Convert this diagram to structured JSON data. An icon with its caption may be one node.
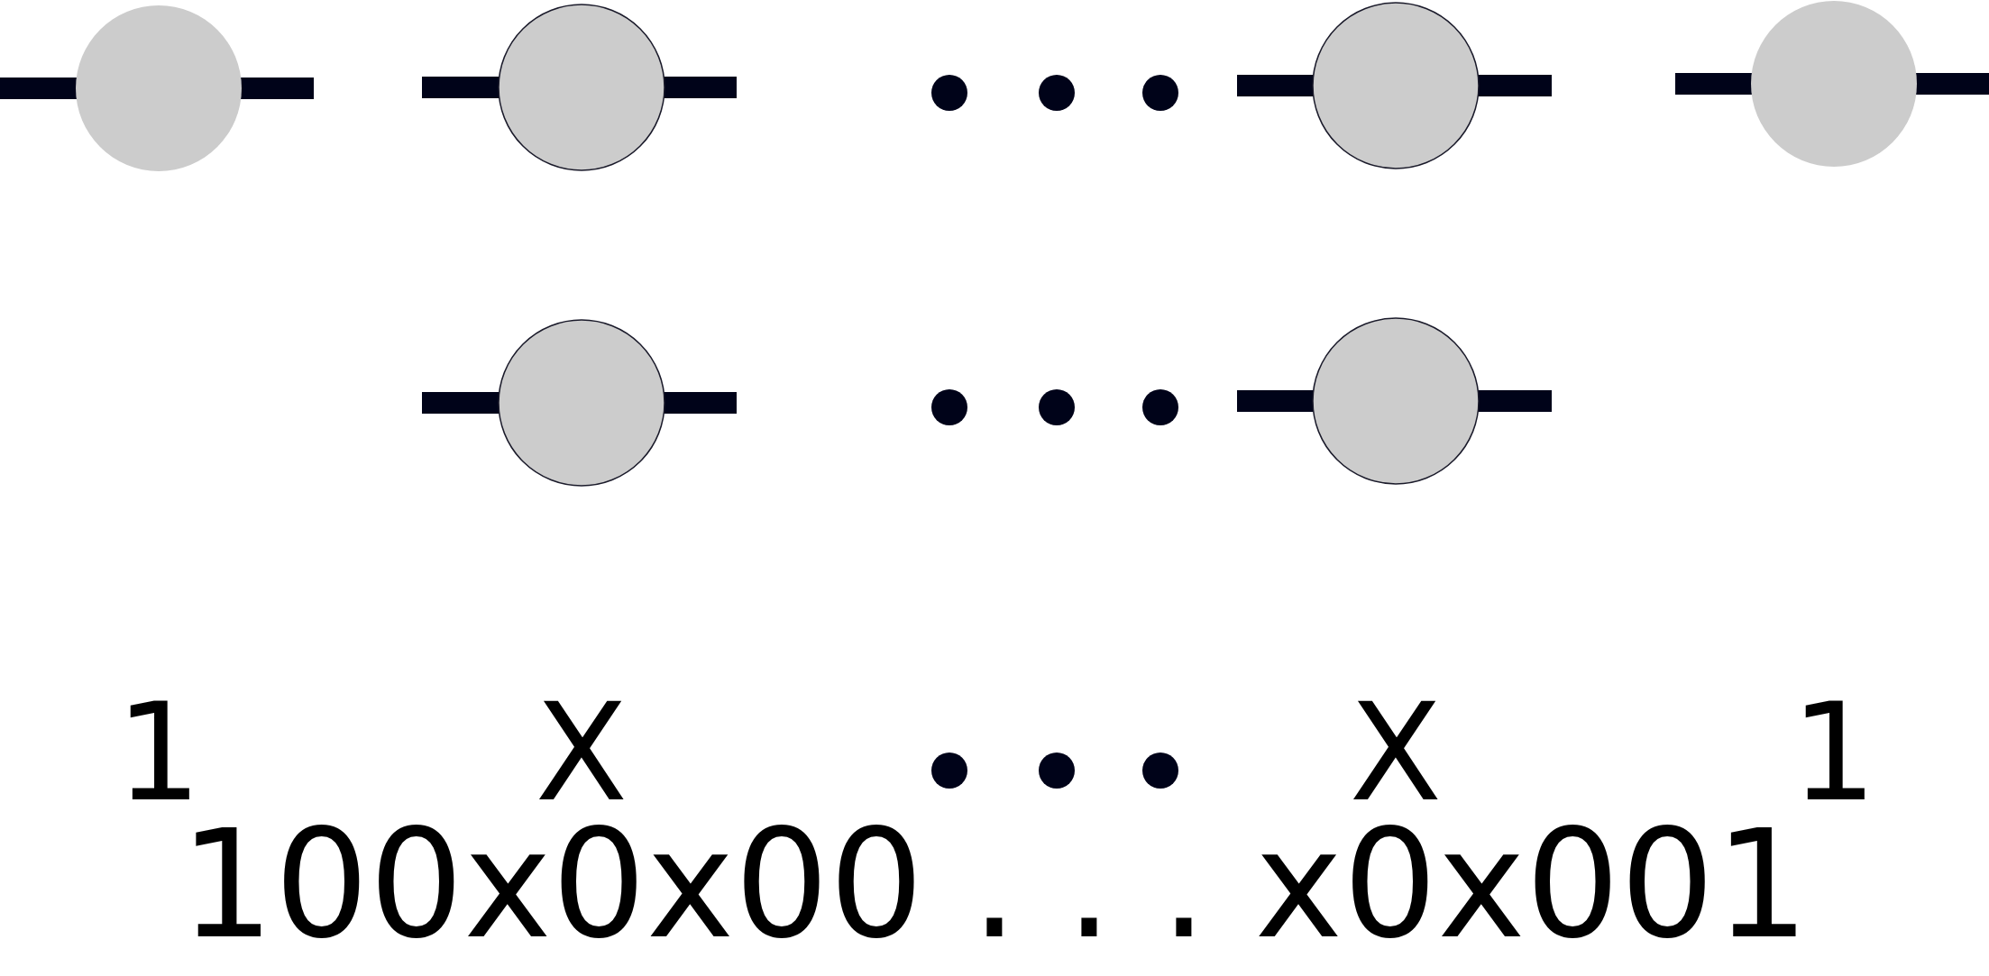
{
  "diagram": {
    "nodes": [
      {
        "text": [],
        "shape": "circle"
      },
      {
        "text": [],
        "shape": "circle"
      },
      {
        "text": [],
        "shape": "circle"
      },
      {
        "text": [],
        "shape": "circle"
      },
      {
        "text": [],
        "shape": "circle"
      },
      {
        "text": [],
        "shape": "circle"
      }
    ],
    "labels": [
      "1",
      "X",
      "X",
      "1",
      "100x0x00 . . . x0x001"
    ]
  }
}
